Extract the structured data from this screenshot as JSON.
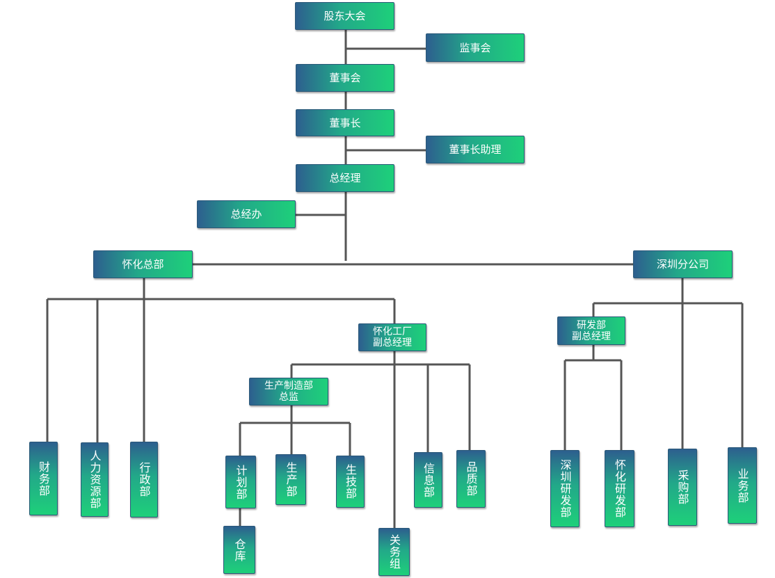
{
  "nodes": {
    "shareholders": "股东大会",
    "supervisory_board": "监事会",
    "board": "董事会",
    "chairman": "董事长",
    "chairman_assistant": "董事长助理",
    "general_manager": "总经理",
    "gm_office": "总经办",
    "huaihua_hq": "怀化总部",
    "shenzhen_branch": "深圳分公司",
    "huaihua_factory_vgm": "怀化工厂\n副总经理",
    "rd_vgm": "研发部\n副总经理",
    "production_director": "生产制造部\n总监",
    "finance": "财务部",
    "hr": "人力资源部",
    "admin": "行政部",
    "planning": "计划部",
    "production": "生产部",
    "prod_tech": "生技部",
    "warehouse": "仓库",
    "relations": "关务组",
    "info": "信息部",
    "quality": "品质部",
    "shenzhen_rd": "深圳研发部",
    "huaihua_rd": "怀化研发部",
    "purchasing": "采购部",
    "business": "业务部"
  }
}
